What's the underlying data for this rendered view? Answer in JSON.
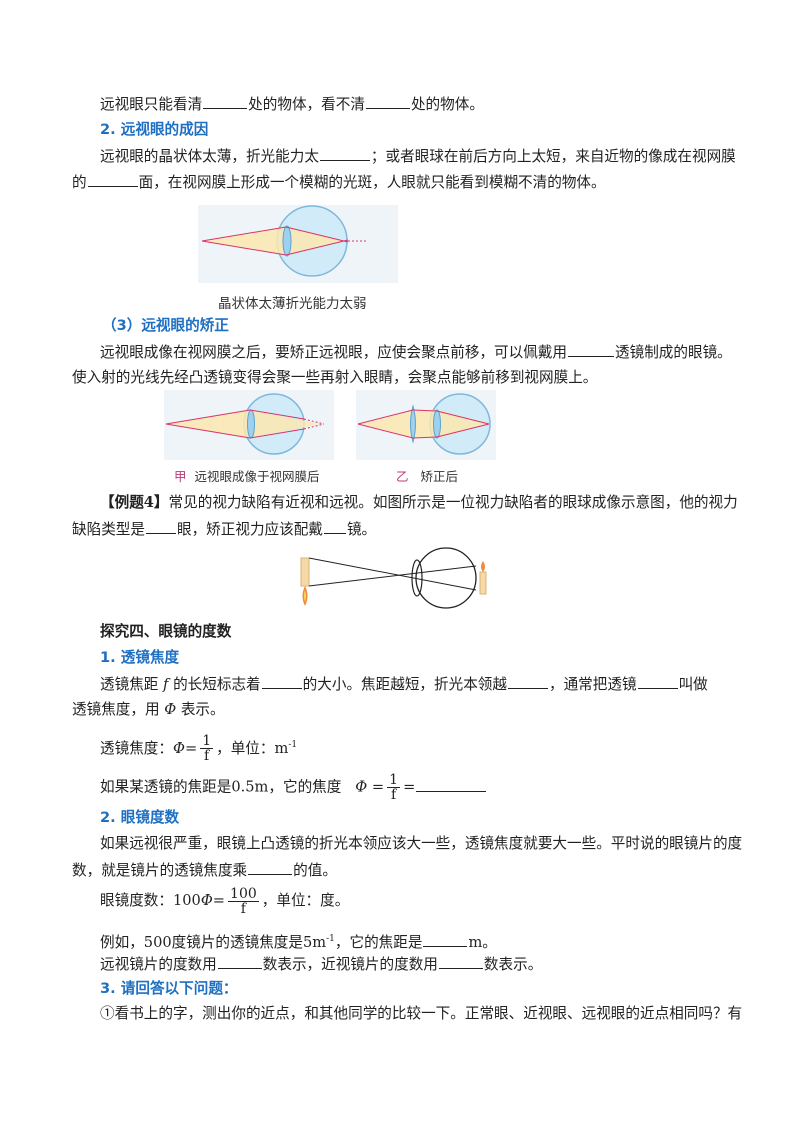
{
  "top_line": {
    "a": "远视眼只能看清",
    "b": "处的物体，看不清",
    "c": "处的物体。"
  },
  "h_cause": "2. 远视眼的成因",
  "cause_line1": {
    "a": "远视眼的晶状体太薄，折光能力太",
    "b": "；或者眼球在前后方向上太短，来自近物的像成在视网膜"
  },
  "cause_line2": {
    "a": "的",
    "b": "面，在视网膜上形成一个模糊的光斑，人眼就只能看到模糊不清的物体。"
  },
  "fig1_caption": "晶状体太薄折光能力太弱",
  "h_correct": "（3）远视眼的矫正",
  "correct_line1": {
    "a": "远视眼成像在视网膜之后，要矫正远视眼，应使会聚点前移，可以佩戴用",
    "b": "透镜制成的眼镜。"
  },
  "correct_line2": "使入射的光线先经凸透镜变得会聚一些再射入眼睛，会聚点能够前移到视网膜上。",
  "fig2_captions": {
    "jia_mark": "甲",
    "jia_text": "远视眼成像于视网膜后",
    "yi_mark": "乙",
    "yi_text": "矫正后"
  },
  "example4_line1": {
    "tag": "【例题4】",
    "text": "常见的视力缺陷有近视和远视。如图所示是一位视力缺陷者的眼球成像示意图，他的视力"
  },
  "example4_line2": {
    "a": "缺陷类型是",
    "b": "眼，矫正视力应该配戴",
    "c": "镜。"
  },
  "h_section4": "探究四、眼镜的度数",
  "h_focal": "1. 透镜焦度",
  "focal_line1": {
    "a": "透镜焦距",
    "f": "f",
    "b": "的长短标志着",
    "c": "的大小。焦距越短，折光本领越",
    "d": "，通常把透镜",
    "e": "叫做"
  },
  "focal_line2": {
    "a": "透镜焦度，用",
    "phi": "Φ",
    "b": "表示。"
  },
  "focal_formula": {
    "label": "透镜焦度：",
    "phi": "Φ=",
    "num": "1",
    "den": "f",
    "unit": "，单位：m",
    "sup": "-1"
  },
  "focal_example": {
    "a": "如果某透镜的焦距是0.5m，它的焦度",
    "phi": "Φ",
    "eq": "=",
    "num": "1",
    "den": "f",
    "eq2": "="
  },
  "h_glasses": "2. 眼镜度数",
  "glasses_line1": "如果远视很严重，眼镜上凸透镜的折光本领应该大一些，透镜焦度就要大一些。平时说的眼镜片的度",
  "glasses_line2": {
    "a": "数，就是镜片的透镜焦度乘",
    "b": "的值。"
  },
  "glasses_formula": {
    "label": "眼镜度数：100",
    "phi": "Φ=",
    "num": "100",
    "den": "f",
    "unit": "，单位：度。"
  },
  "glasses_example": {
    "a": "例如，500度镜片的透镜焦度是5m",
    "sup": "-1",
    "b": "，它的焦距是",
    "c": "m。"
  },
  "glasses_sign": {
    "a": "远视镜片的度数用",
    "b": "数表示，近视镜片的度数用",
    "c": "数表示。"
  },
  "h_answer": "3. 请回答以下问题：",
  "answer_line1": "①看书上的字，测出你的近点，和其他同学的比较一下。正常眼、近视眼、远视眼的近点相同吗？有",
  "colors": {
    "heading_blue": "#1f6fc2",
    "ray_pink": "#d8336b",
    "eye_blue": "#8fc9ec",
    "caption_mark": "#c0397b"
  }
}
